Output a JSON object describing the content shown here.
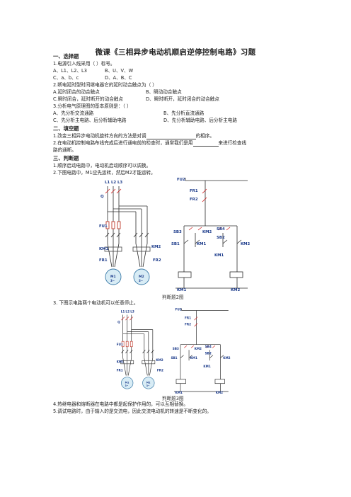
{
  "title": "微课《三相异步电动机顺启逆停控制电路》习题",
  "sections": {
    "choice": "一、选择题",
    "fill": "二、填空题",
    "judge": "三、判断题"
  },
  "choice": {
    "q1": "1.电源引入线采用（      ）标号。",
    "q1_a": "A、L1、L2、L3",
    "q1_b": "B、U、V、W",
    "q1_c": "C、a、b、c",
    "q1_d": "D、A、B、C",
    "q2": "2.断电延时型时间继电器它的延时动合触点为（    ）",
    "q2_a": "A.延时闭合的动合触点",
    "q2_b": "B、瞬动动合触点",
    "q2_c": "C.瞬时闭合，延时断开的动合触点",
    "q2_d": "D、瞬时断开，延时闭合的动合触点",
    "q3": "3.分析电气原理图的基本原则是：（     ）",
    "q3_a": "A、先分析交流通路",
    "q3_b": "B、先分析直流通路",
    "q3_c": "C、先分析主电路、后分析辅助电路",
    "q3_d": "D、先分析辅助电路、后分析主电路"
  },
  "fill": {
    "q1_pre": "1.改变三相异步电动机旋转方向的方法是对调",
    "q1_post": "的相序。",
    "q2_pre": "2.在电动机控制电路布线完成后进行通电前的检查时，通常我们是用",
    "q2_post": "来进行检查线",
    "q2_line2": "路的通断。"
  },
  "judge": {
    "q1": "1.顺序启动电路中，电动机启动顺序可以调换。",
    "q2": "2.下图电路中，M1应先运转，然后M2才能运转。",
    "cap1": "判断题2图",
    "q3": "3. 下图示电路两个电动机可以任意停止。",
    "cap2": "判断题3图",
    "q4": "4.热继电器和熔断器在电路中都是起保护作用的，可以互相替换。",
    "q5": "5.调试电路时，由于输入的是交流电，因此交流电动机的转速是不断变化的。"
  },
  "diagram": {
    "phases": [
      "L1",
      "L2",
      "L3"
    ],
    "q_label": "Q",
    "fu1": "FU1",
    "km1": "KM1",
    "km2": "KM2",
    "fr1": "FR1",
    "fr2": "FR2",
    "m1": "M1",
    "m2": "M2",
    "motor_sub": "3~",
    "fu2": "FU2",
    "sb1": "SB1",
    "sb2": "SB2",
    "sb3": "SB3",
    "sb4": "SB4"
  },
  "colors": {
    "line": "#2b2b2b",
    "label": "#1b3a8a",
    "fuse": "#c0392b",
    "contact_red": "#d02020",
    "motor_fill": "#d8ecf5",
    "motor_stroke": "#3a7aa8"
  }
}
